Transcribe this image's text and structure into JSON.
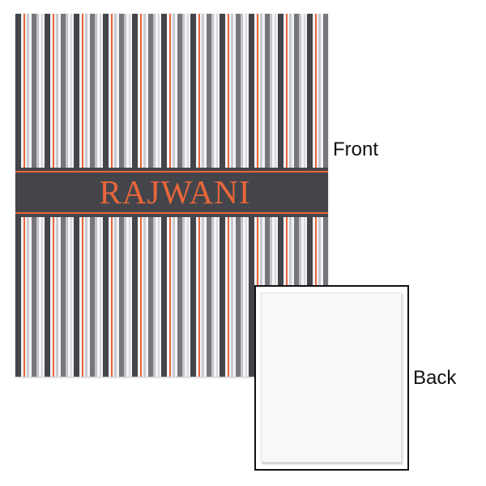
{
  "front": {
    "label": "Front",
    "name_text": "RAJWANI",
    "pattern": "vertical-stripes",
    "colors": {
      "dark_stripe": "#44454b",
      "accent_orange": "#e8663a",
      "mid_gray": "#76777d",
      "light_gray": "#c9cbd1",
      "background": "#f4f4f6",
      "band": "#44454b"
    }
  },
  "back": {
    "label": "Back",
    "card_color": "#f9f9f9",
    "frame_color": "#111111"
  }
}
